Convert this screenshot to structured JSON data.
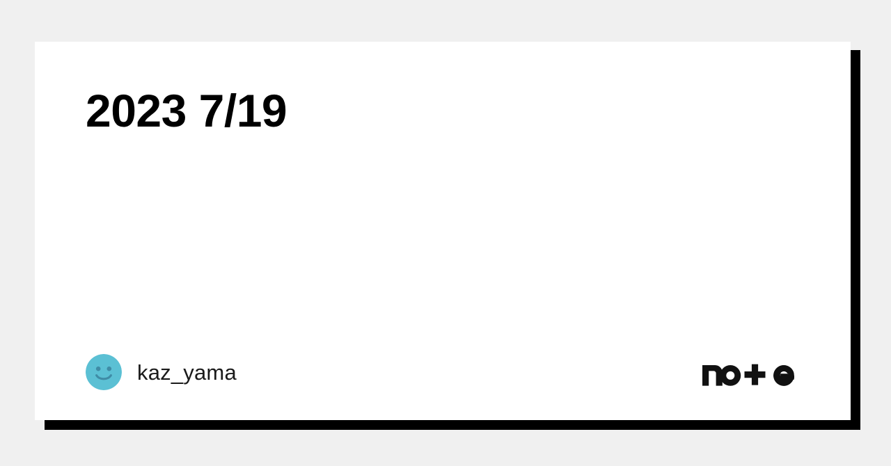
{
  "page": {
    "background_color": "#f0f0f0"
  },
  "card": {
    "background_color": "#ffffff",
    "shadow_color": "#000000",
    "title": "2023 7/19",
    "title_color": "#000000"
  },
  "author": {
    "name": "kaz_yama",
    "name_color": "#1a1a1a",
    "avatar": {
      "icon": "smiley-face-avatar",
      "face_color": "#5bc0d4",
      "feature_color": "#3f8ca6"
    }
  },
  "brand": {
    "name": "note",
    "logo_icon": "note-wordmark-logo",
    "logo_color": "#111111"
  }
}
